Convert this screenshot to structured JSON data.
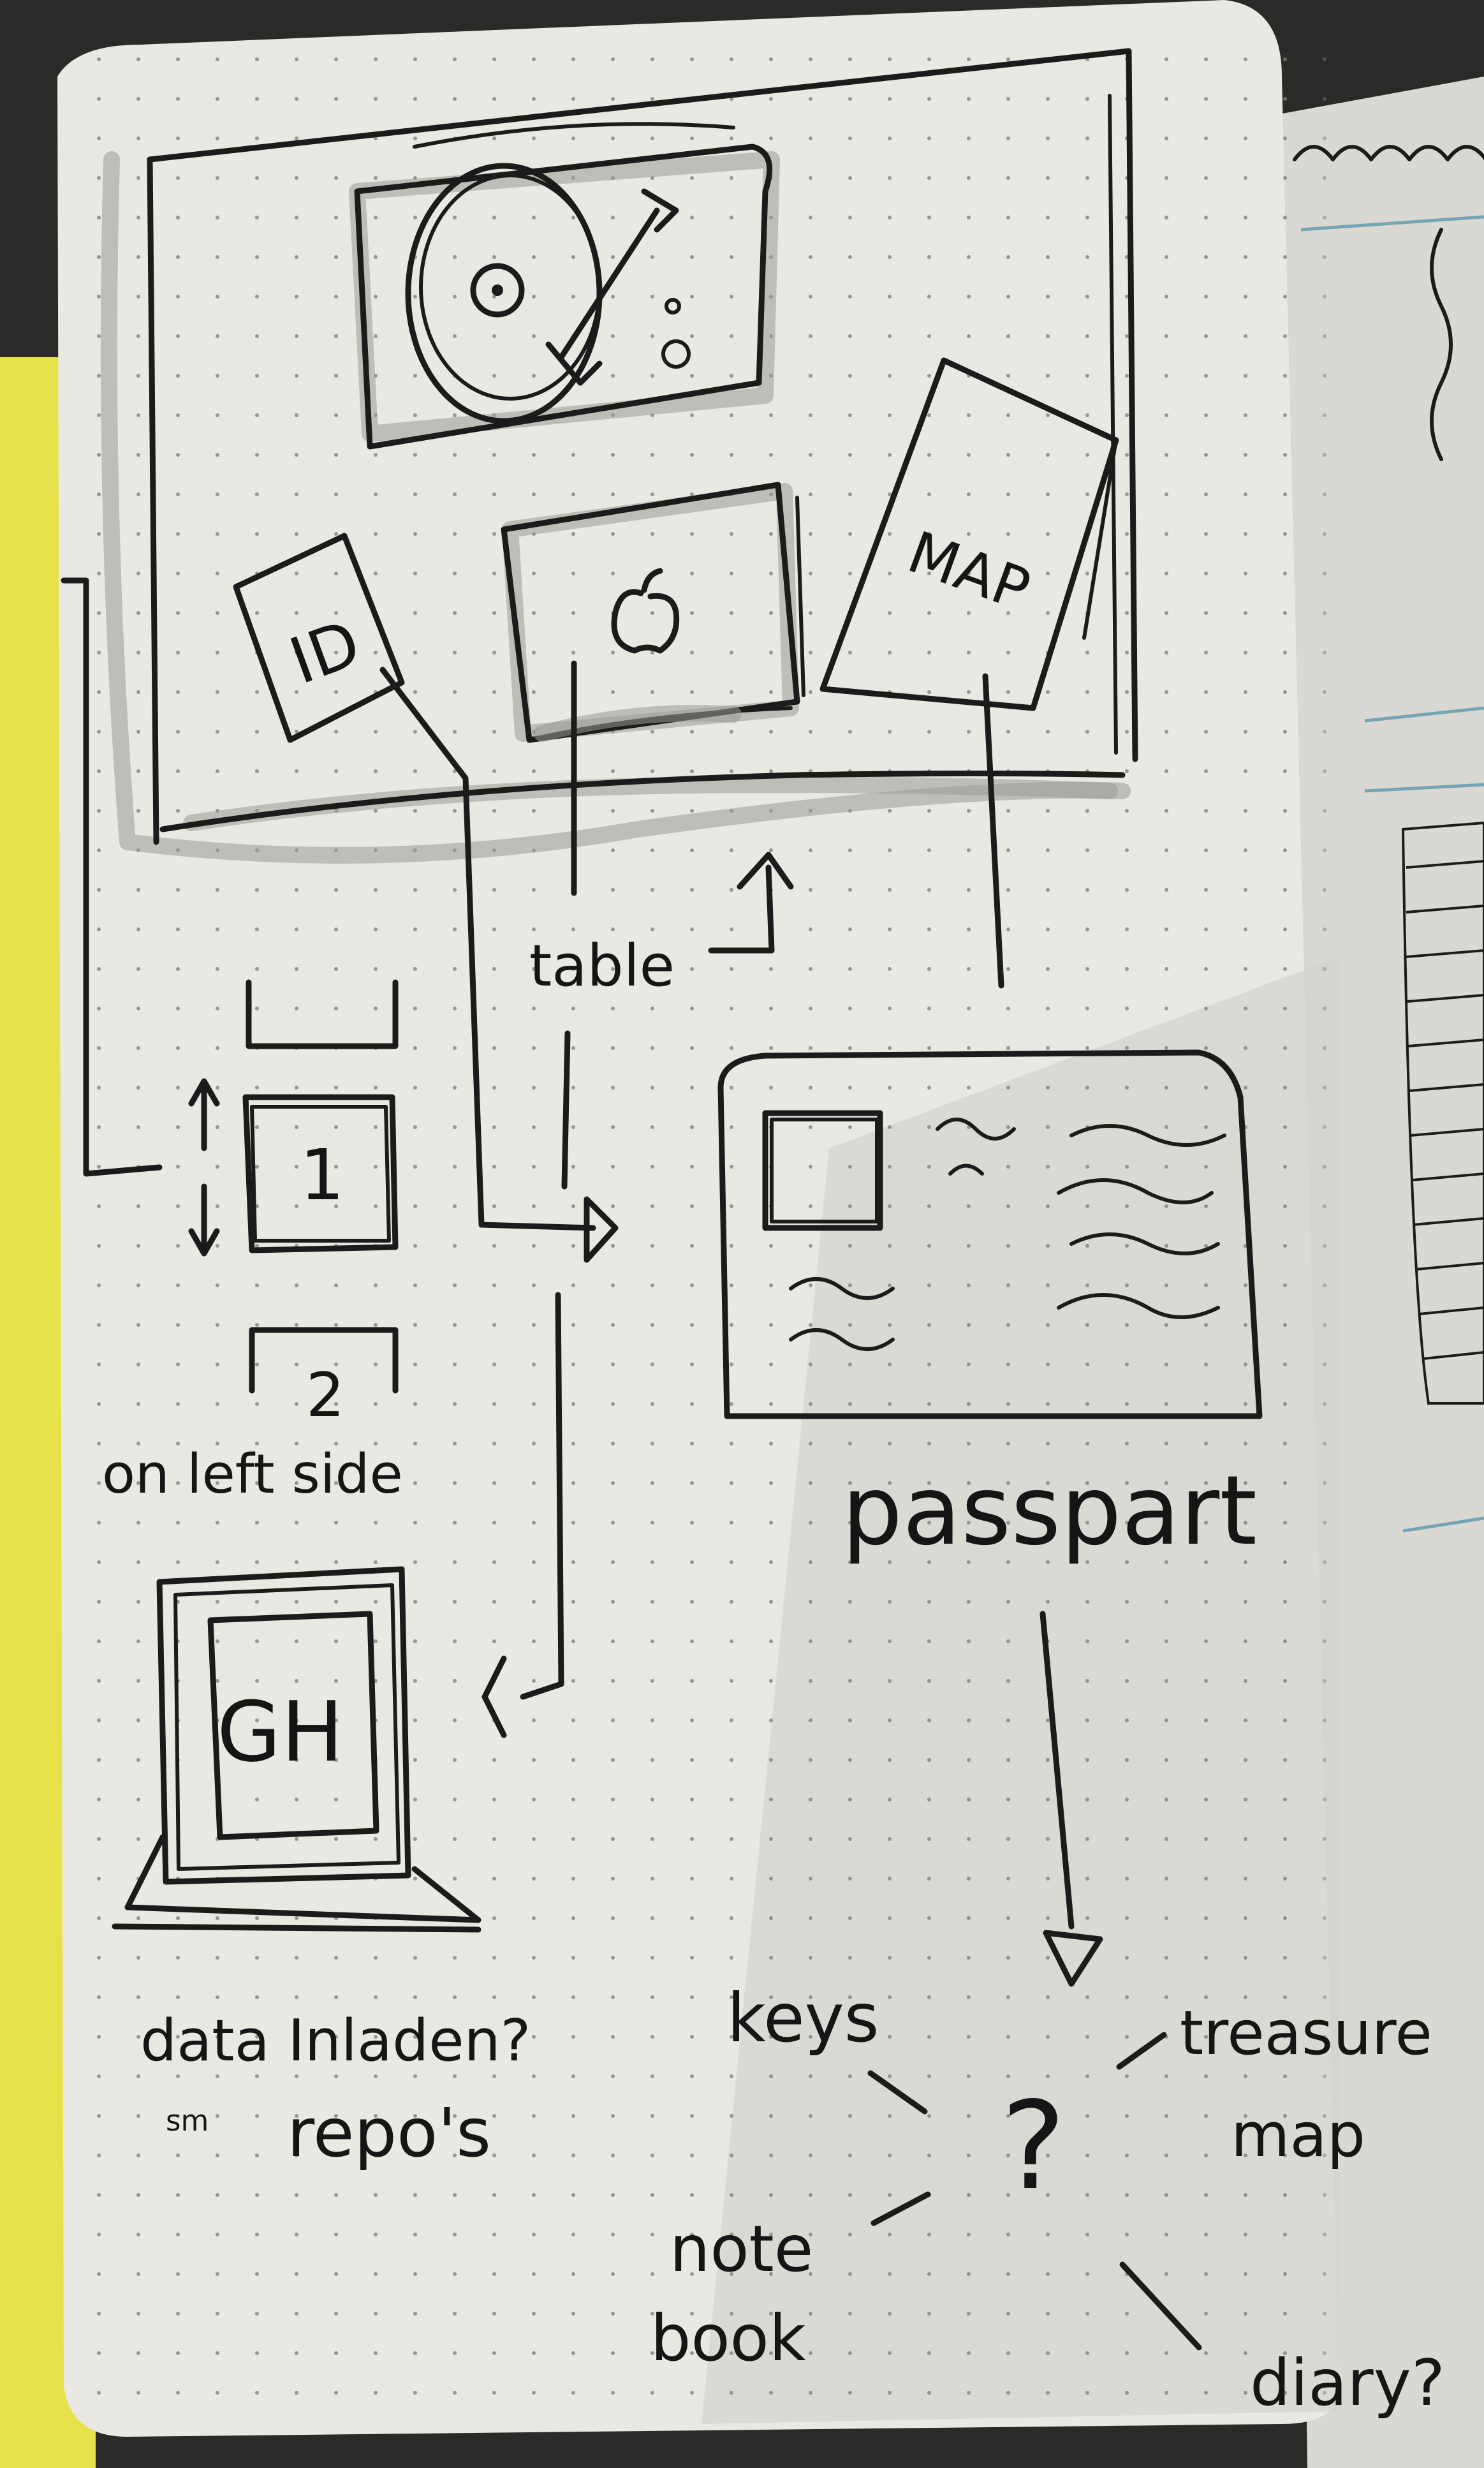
{
  "sketch": {
    "labels": {
      "id_card": "ID",
      "map_item": "MAP",
      "table": "table",
      "drawer_1": "1",
      "drawer_2": "2",
      "on_left_side": "on left side",
      "github_screen": "GH",
      "data_inladen": "data Inladen?",
      "sm": "sm",
      "repos": "repo's",
      "passport": "passpart",
      "question_mark": "?",
      "keys": "keys",
      "treasure": "treasure",
      "treasure_map": "map",
      "note": "note",
      "book": "book",
      "diary": "diary?"
    }
  },
  "colors": {
    "paper": "#e9e8e3",
    "ink": "#1b1b1b",
    "marker_gray": "#9a9a96",
    "yellow_page": "#e6e24a",
    "background": "#2b2a28"
  }
}
